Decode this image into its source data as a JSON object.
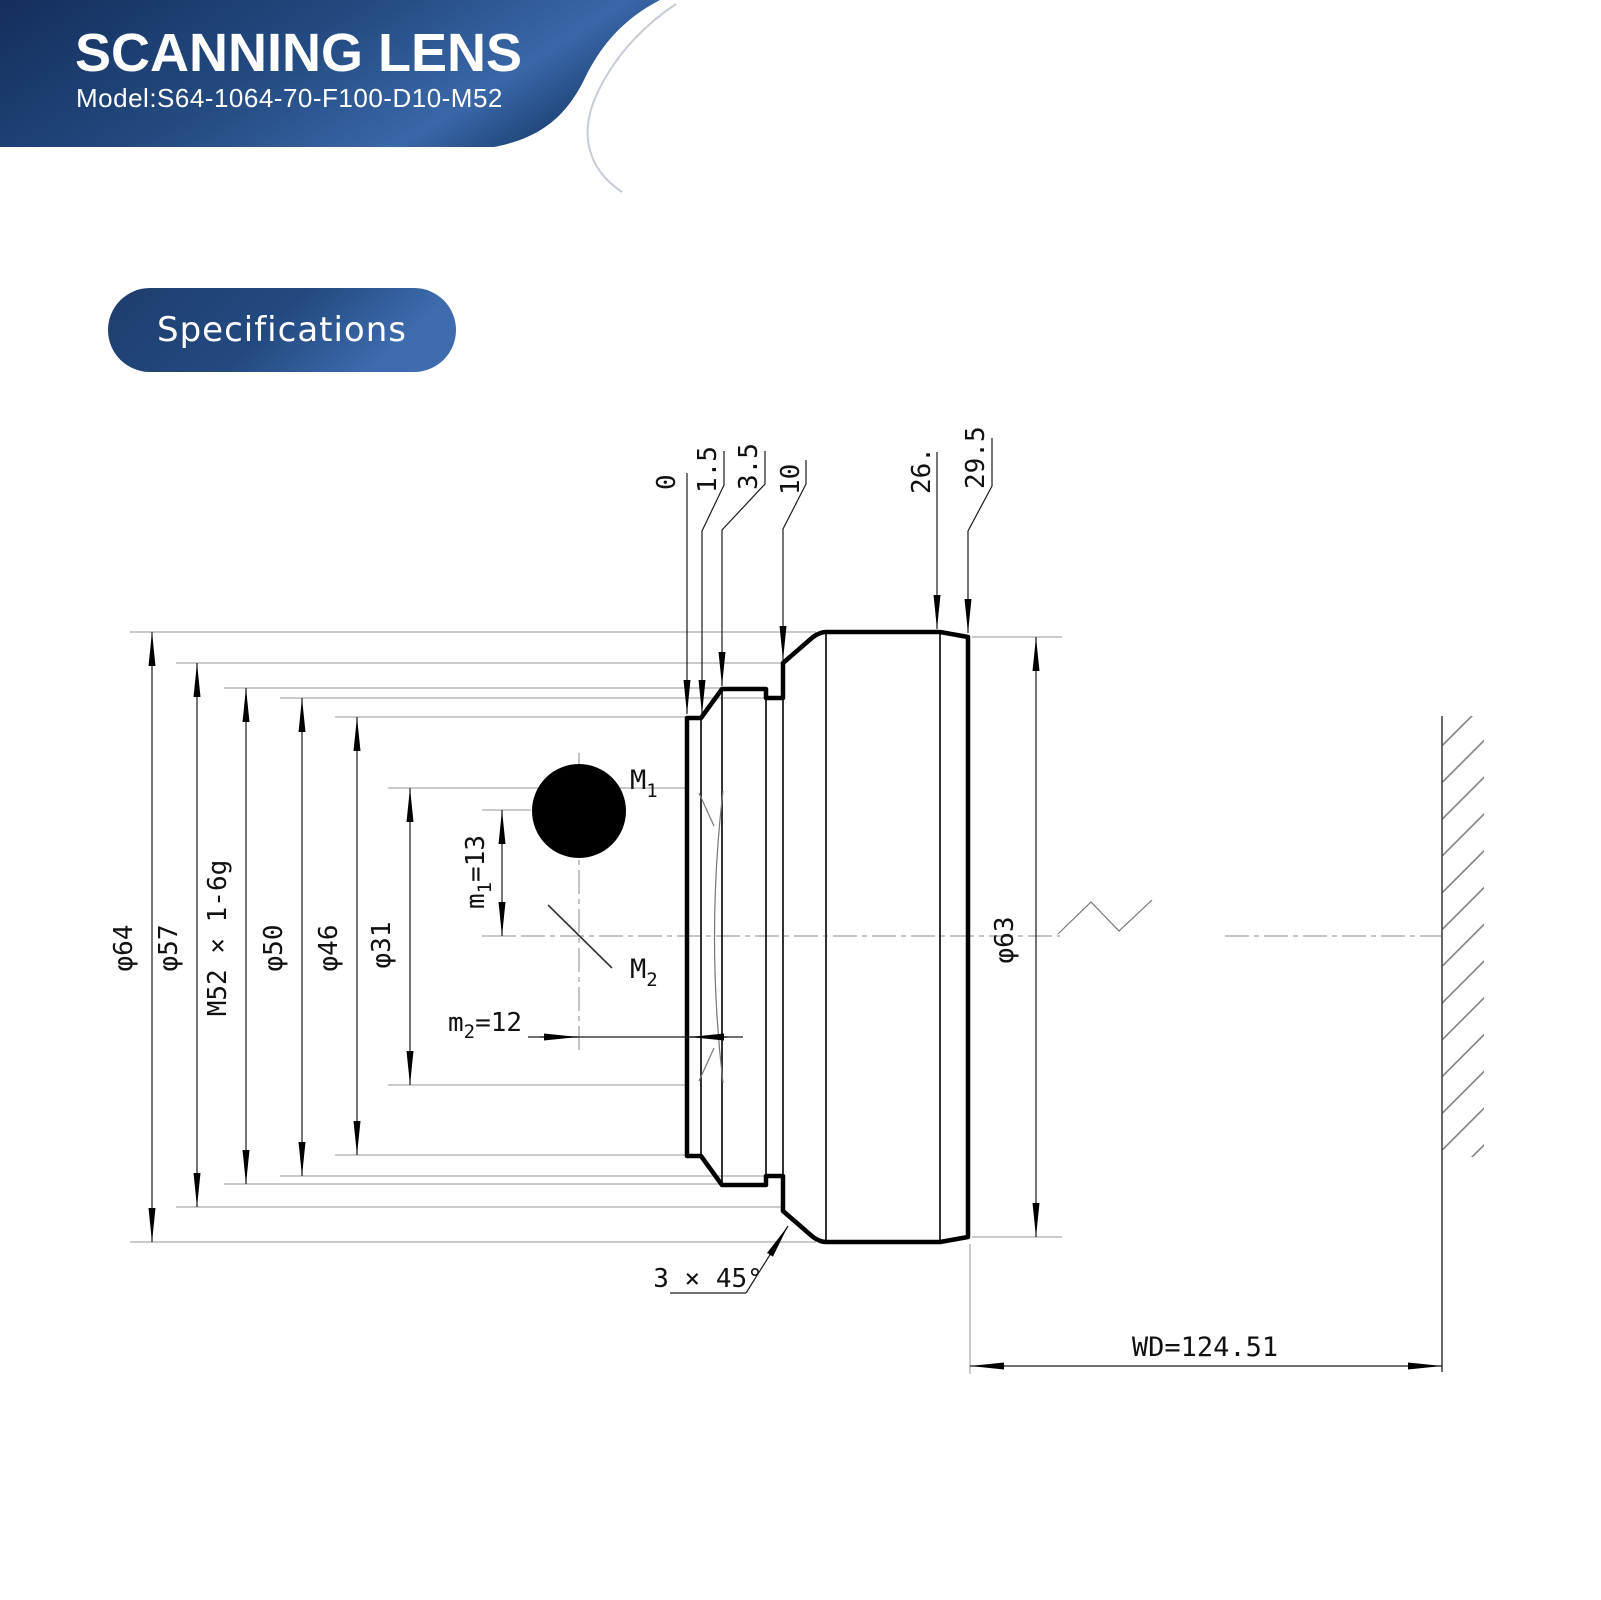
{
  "header": {
    "title": "SCANNING LENS",
    "model": "Model:S64-1064-70-F100-D10-M52"
  },
  "badge": {
    "label": "Specifications"
  },
  "drawing": {
    "top_dims": [
      "0",
      "1.5",
      "3.5",
      "10",
      "26.",
      "29.5"
    ],
    "left_dims": [
      "φ64",
      "φ57",
      "M52 × 1-6g",
      "φ50",
      "φ46",
      "φ31"
    ],
    "right_dim": "φ63",
    "m1_point": {
      "base": "M",
      "sub": "1"
    },
    "m2_point": {
      "base": "M",
      "sub": "2"
    },
    "m1_dist": {
      "base": "m",
      "sub": "1",
      "eq": "=13"
    },
    "m2_dist": {
      "base": "m",
      "sub": "2",
      "eq": "=12"
    },
    "chamfer_note": "3 × 45°",
    "working_distance": "WD=124.51"
  },
  "colors": {
    "banner_dark": "#142e5c",
    "banner_mid": "#234a80",
    "banner_light": "#3a67a8",
    "pill_dark": "#1f3e6f",
    "pill_light": "#3e6cae",
    "text_white": "#ffffff",
    "line_black": "#000000",
    "line_gray": "#949494",
    "dim_color": "#1a1a1a"
  }
}
